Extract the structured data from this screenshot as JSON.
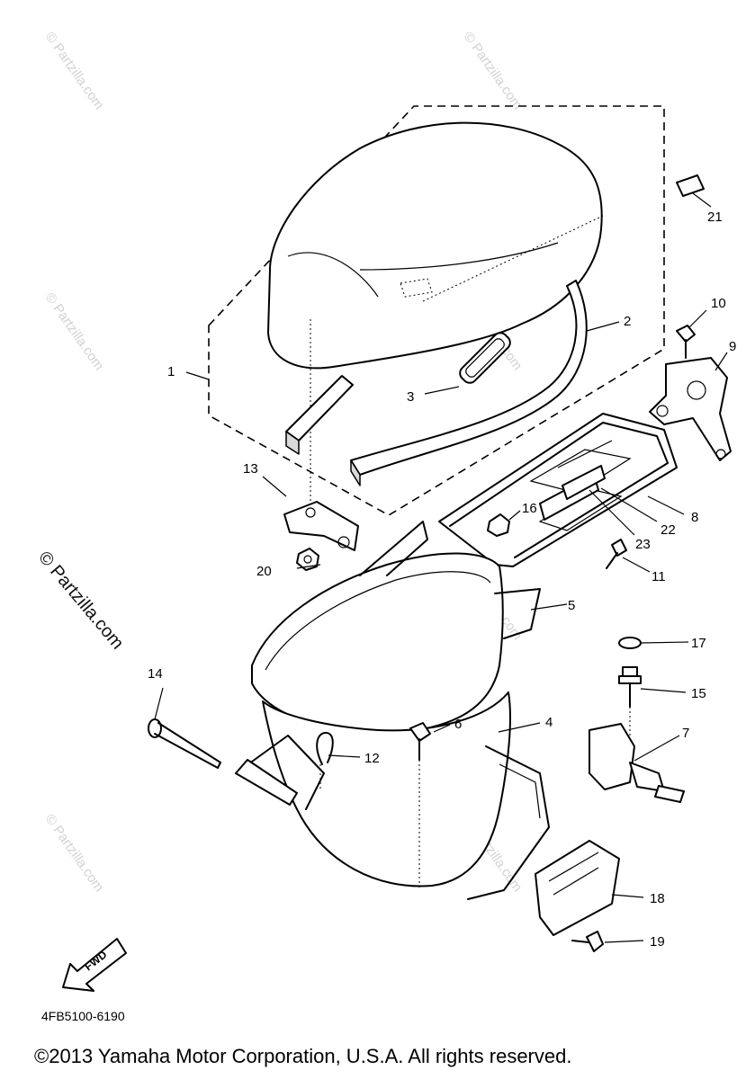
{
  "watermark": {
    "diagonal_text": "© Partzilla.com",
    "prominent_text": "© Partzilla.com"
  },
  "callouts": [
    "1",
    "2",
    "3",
    "4",
    "5",
    "6",
    "7",
    "8",
    "9",
    "10",
    "11",
    "12",
    "13",
    "14",
    "15",
    "16",
    "17",
    "18",
    "19",
    "20",
    "21",
    "22",
    "23"
  ],
  "diagram_code": "4FB5100-6190",
  "fwd_label": "FWD",
  "copyright": "©2013  Yamaha Motor Corporation, U.S.A. All rights reserved."
}
